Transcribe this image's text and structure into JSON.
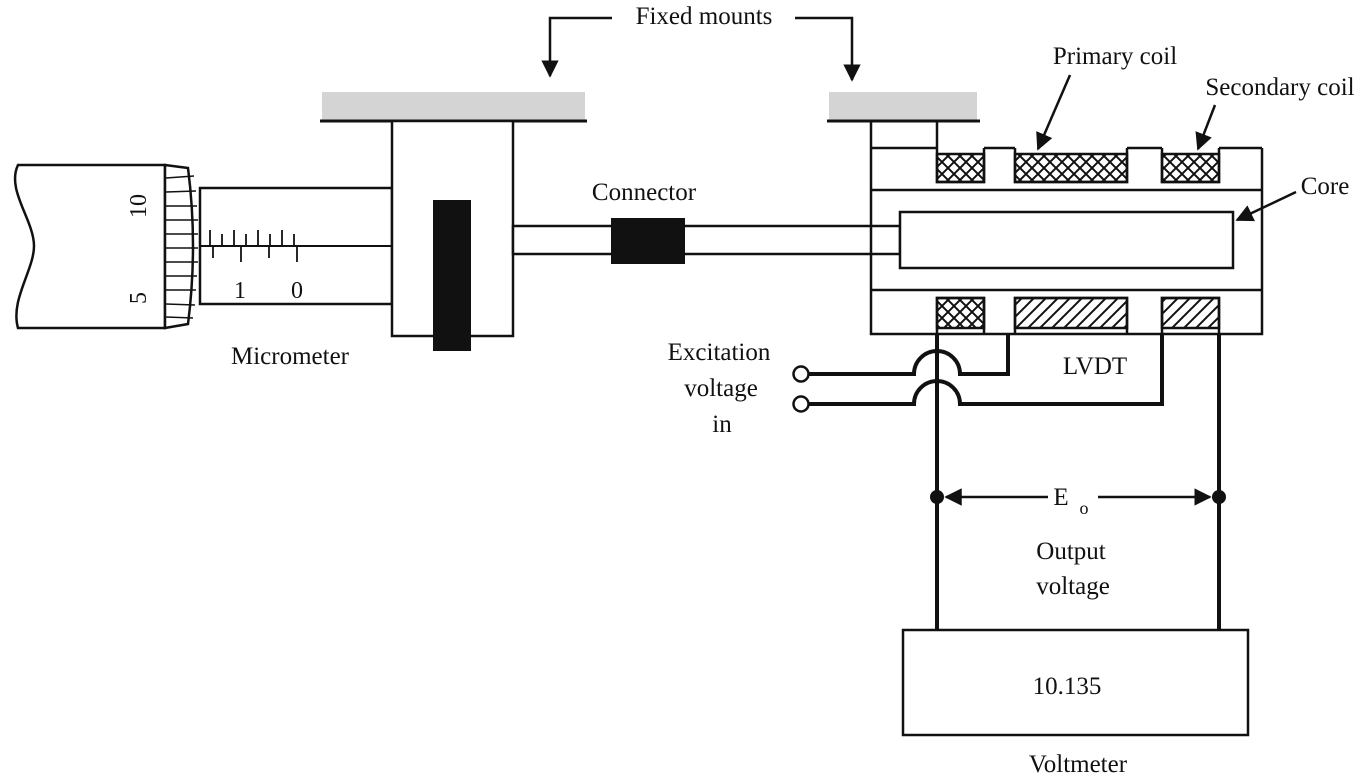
{
  "labels": {
    "fixed_mounts": "Fixed mounts",
    "connector": "Connector",
    "primary_coil": "Primary coil",
    "secondary_coil": "Secondary coil",
    "core": "Core",
    "micrometer": "Micrometer",
    "excitation_line1": "Excitation",
    "excitation_line2": "voltage",
    "excitation_line3": "in",
    "lvdt": "LVDT",
    "eo_main": "E",
    "eo_sub": "o",
    "output_line1": "Output",
    "output_line2": "voltage",
    "voltmeter": "Voltmeter"
  },
  "voltmeter_reading": "10.135",
  "micrometer_scale": {
    "thimble_upper": "10",
    "thimble_lower": "5",
    "sleeve_left": "1",
    "sleeve_right": "0"
  }
}
